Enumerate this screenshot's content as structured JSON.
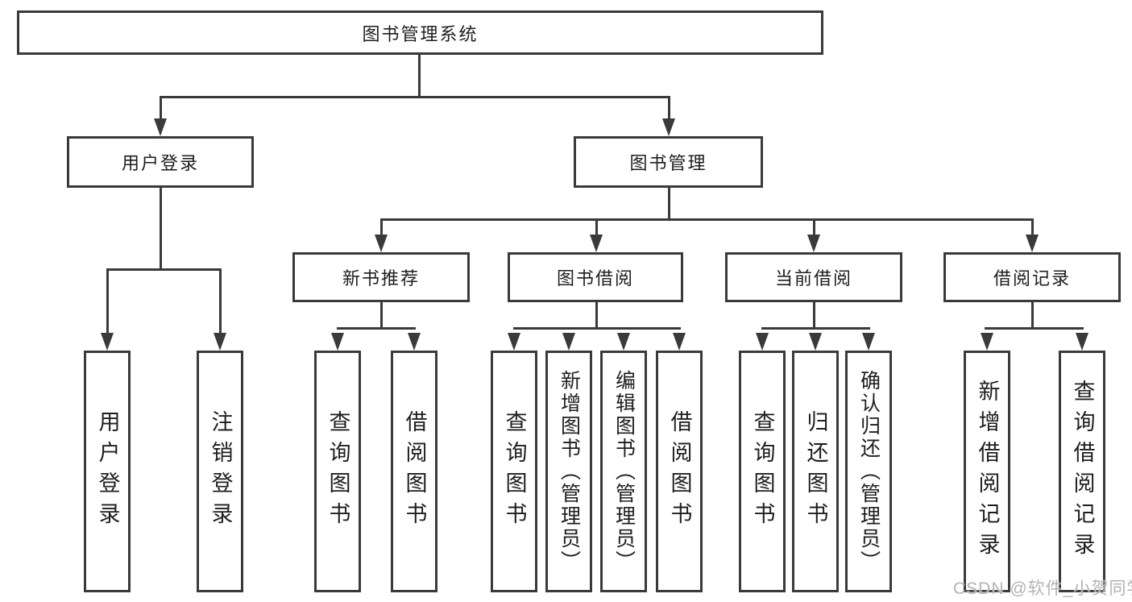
{
  "diagram": {
    "root": {
      "label": "图书管理系统"
    },
    "level2": [
      {
        "label": "用户登录"
      },
      {
        "label": "图书管理"
      }
    ],
    "level3": [
      {
        "label": "新书推荐"
      },
      {
        "label": "图书借阅"
      },
      {
        "label": "当前借阅"
      },
      {
        "label": "借阅记录"
      }
    ],
    "leaves": [
      {
        "label": "用户登录"
      },
      {
        "label": "注销登录"
      },
      {
        "label": "查询图书"
      },
      {
        "label": "借阅图书"
      },
      {
        "label": "查询图书"
      },
      {
        "label": "新增图书（管理员）"
      },
      {
        "label": "编辑图书（管理员）"
      },
      {
        "label": "借阅图书"
      },
      {
        "label": "查询图书"
      },
      {
        "label": "归还图书"
      },
      {
        "label": "确认归还（管理员）"
      },
      {
        "label": "新增借阅记录"
      },
      {
        "label": "查询借阅记录"
      }
    ]
  },
  "watermark": {
    "text": "CSDN @软件_小贺同学"
  },
  "colors": {
    "line": "#3a3a3a",
    "text": "#1e1e1e",
    "background": "#ffffff",
    "watermark": "#b3b3b3"
  }
}
